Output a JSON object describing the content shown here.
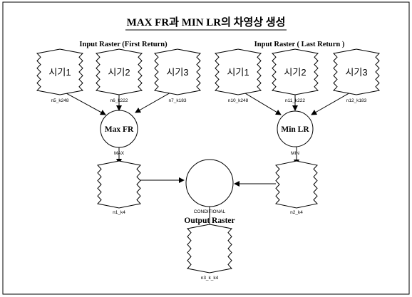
{
  "title": "MAX FR과 MIN LR의 차영상 생성",
  "left_group": {
    "label": "Input Raster (First Return)",
    "rasters": [
      {
        "label": "시기1",
        "caption": "n5_k248"
      },
      {
        "label": "시기2",
        "caption": "n6_k222"
      },
      {
        "label": "시기3",
        "caption": "n7_k183"
      }
    ],
    "operator": "Max FR",
    "operator_tag": "MAX",
    "output_caption": "n1_k4"
  },
  "right_group": {
    "label": "Input Raster ( Last Return )",
    "rasters": [
      {
        "label": "시기1",
        "caption": "n10_k248"
      },
      {
        "label": "시기2",
        "caption": "n11_k222"
      },
      {
        "label": "시기3",
        "caption": "n12_k183"
      }
    ],
    "operator": "Min LR",
    "operator_tag": "MIN",
    "output_caption": "n2_k4"
  },
  "conditional": {
    "tag": "CONDITIONAL",
    "label": "Output Raster",
    "output_caption": "n3_k_k4"
  }
}
